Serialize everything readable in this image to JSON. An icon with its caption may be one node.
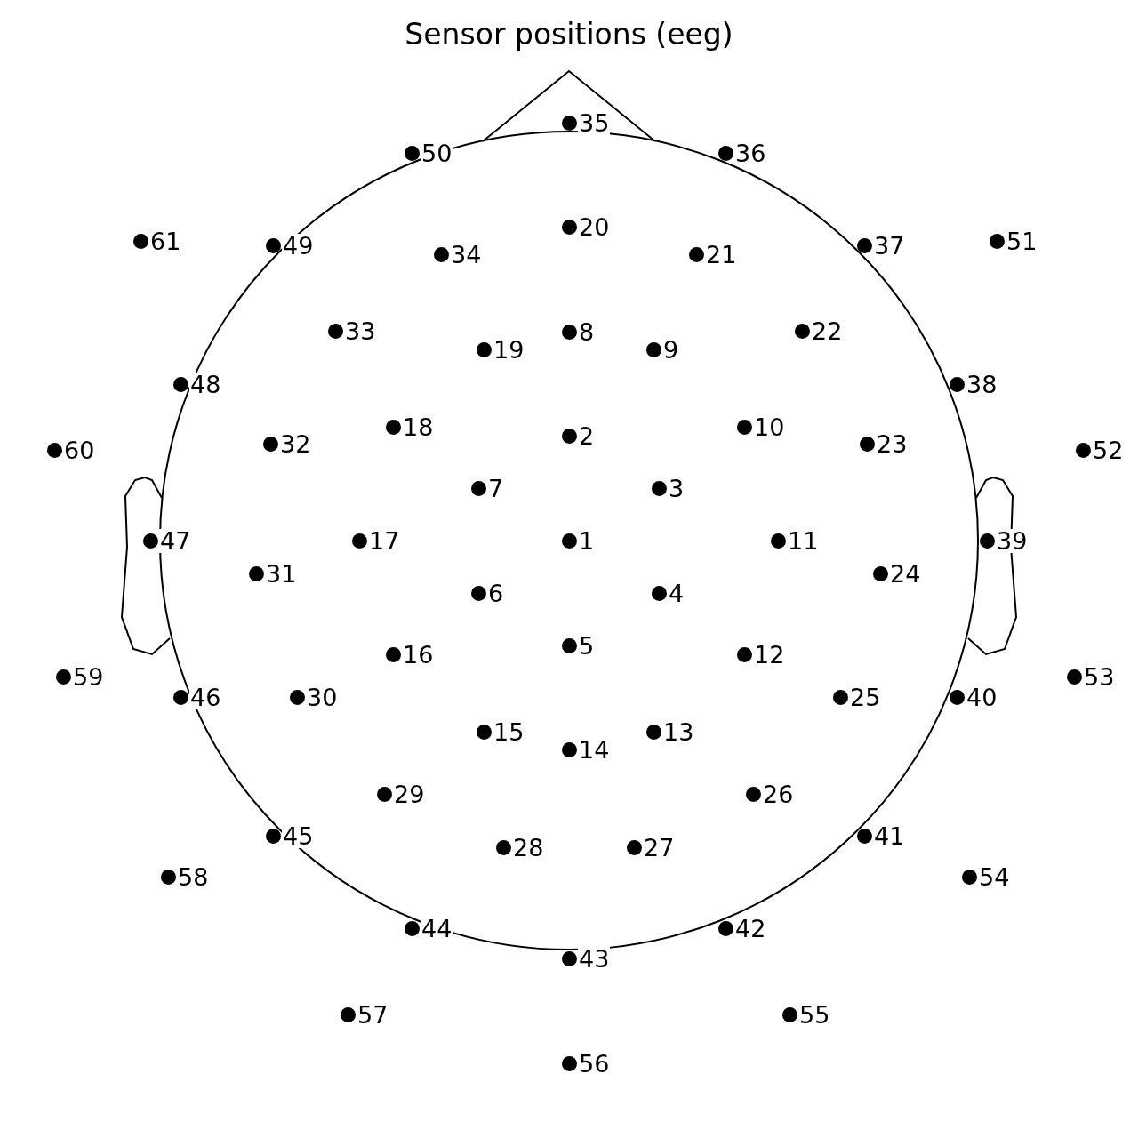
{
  "diagram": {
    "title": "Sensor positions (eeg)",
    "labels": [
      "35",
      "50",
      "36",
      "20",
      "61",
      "49",
      "34",
      "21",
      "37",
      "51",
      "33",
      "8",
      "22",
      "19",
      "9",
      "48",
      "38",
      "18",
      "2",
      "10",
      "60",
      "32",
      "23",
      "52",
      "7",
      "3",
      "47",
      "17",
      "1",
      "11",
      "39",
      "31",
      "24",
      "6",
      "4",
      "16",
      "5",
      "12",
      "59",
      "53",
      "46",
      "30",
      "25",
      "40",
      "15",
      "14",
      "13",
      "29",
      "26",
      "45",
      "28",
      "27",
      "41",
      "58",
      "54",
      "44",
      "42",
      "43",
      "57",
      "55",
      "56"
    ]
  }
}
